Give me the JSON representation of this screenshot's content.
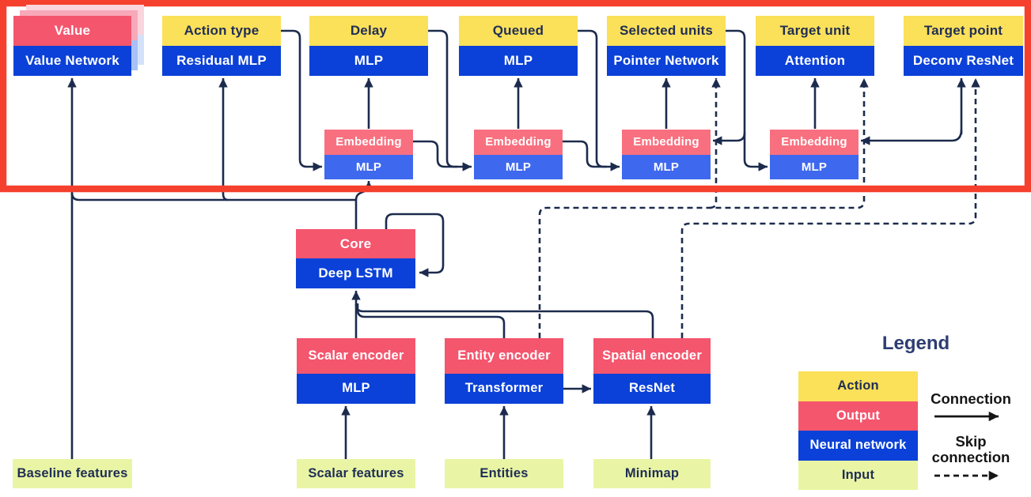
{
  "diagram": {
    "heads": [
      {
        "top": "Value",
        "bottom": "Value Network"
      },
      {
        "top": "Action type",
        "bottom": "Residual MLP"
      },
      {
        "top": "Delay",
        "bottom": "MLP"
      },
      {
        "top": "Queued",
        "bottom": "MLP"
      },
      {
        "top": "Selected units",
        "bottom": "Pointer Network"
      },
      {
        "top": "Target unit",
        "bottom": "Attention"
      },
      {
        "top": "Target point",
        "bottom": "Deconv ResNet"
      }
    ],
    "embeddings": [
      {
        "top": "Embedding",
        "bottom": "MLP"
      },
      {
        "top": "Embedding",
        "bottom": "MLP"
      },
      {
        "top": "Embedding",
        "bottom": "MLP"
      },
      {
        "top": "Embedding",
        "bottom": "MLP"
      }
    ],
    "core": {
      "top": "Core",
      "bottom": "Deep LSTM"
    },
    "encoders": [
      {
        "top": "Scalar encoder",
        "bottom": "MLP"
      },
      {
        "top": "Entity encoder",
        "bottom": "Transformer"
      },
      {
        "top": "Spatial encoder",
        "bottom": "ResNet"
      }
    ],
    "inputs": [
      "Baseline features",
      "Scalar features",
      "Entities",
      "Minimap"
    ]
  },
  "legend": {
    "title": "Legend",
    "items": [
      {
        "label": "Action",
        "type": "action"
      },
      {
        "label": "Output",
        "type": "output"
      },
      {
        "label": "Neural network",
        "type": "network"
      },
      {
        "label": "Input",
        "type": "input"
      }
    ],
    "connection_label": "Connection",
    "skip_label_line1": "Skip",
    "skip_label_line2": "connection"
  },
  "colors": {
    "action_yellow": "#FBE059",
    "output_pink": "#F4566E",
    "network_blue": "#0B41D8",
    "embedding_pink": "#F8707F",
    "embedding_blue": "#3E68EE",
    "input_green": "#E9F5A4",
    "connector_navy": "#1C2B4D",
    "highlight_border_red": "#F5402E",
    "legend_arrow_black": "#151515"
  }
}
